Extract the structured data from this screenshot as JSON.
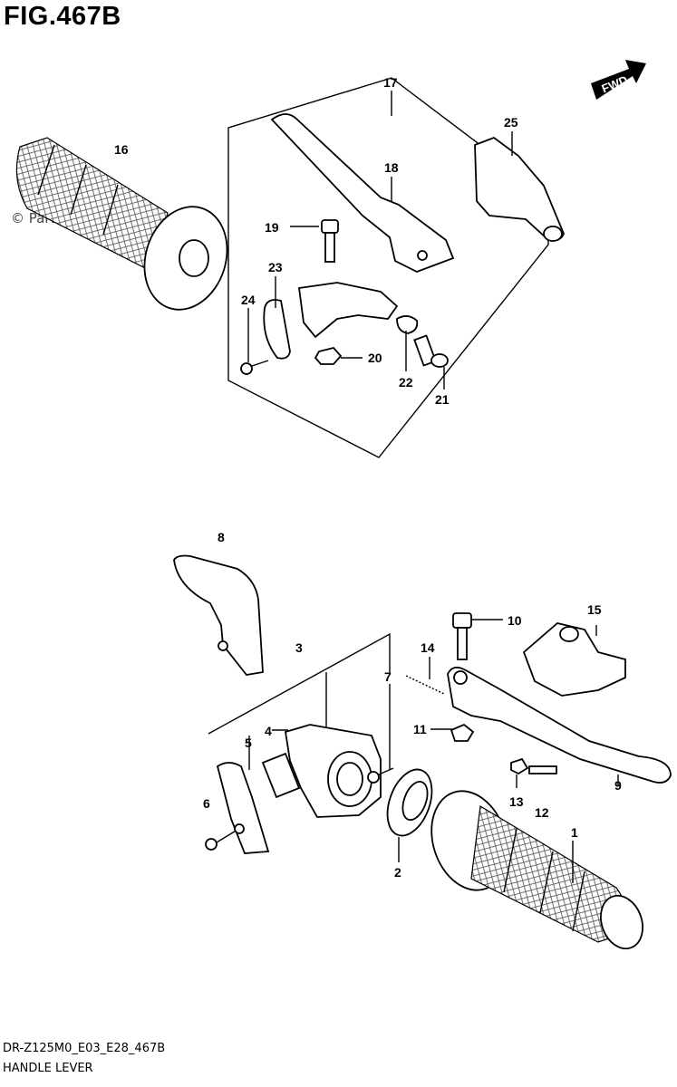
{
  "figure": {
    "title": "FIG.467B",
    "fwd_label": "FWD"
  },
  "watermark": "© Partzilla.com",
  "footer": {
    "code": "DR-Z125M0_E03_E28_467B",
    "name": "HANDLE LEVER"
  },
  "callouts": [
    "1",
    "2",
    "3",
    "4",
    "5",
    "6",
    "7",
    "8",
    "9",
    "10",
    "11",
    "12",
    "13",
    "14",
    "15",
    "16",
    "17",
    "18",
    "19",
    "20",
    "21",
    "22",
    "23",
    "24",
    "25"
  ]
}
